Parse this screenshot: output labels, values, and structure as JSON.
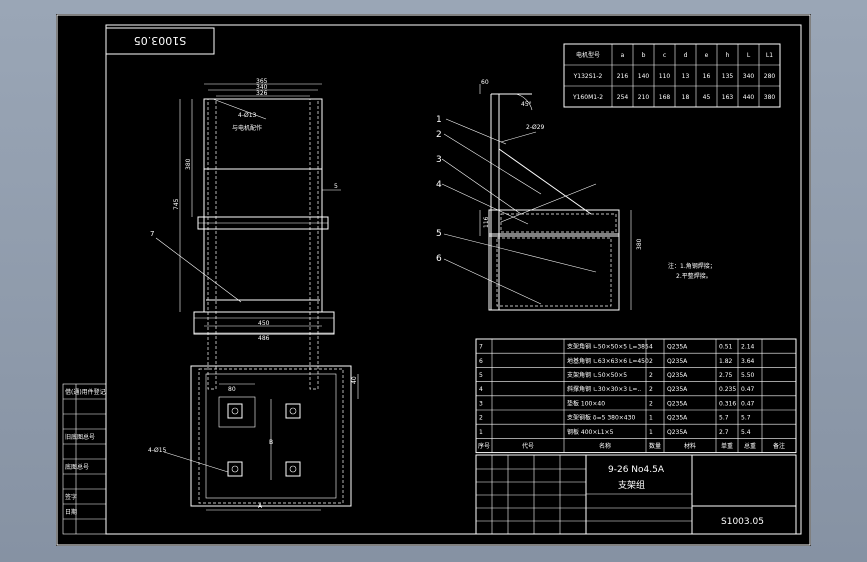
{
  "drawing_number": "S1003.05",
  "title_block": {
    "line1": "9-26 No4.5A",
    "line2": "支架组",
    "drawing_no": "S1003.05"
  },
  "motor_table": {
    "headers": [
      "电机型号",
      "a",
      "b",
      "c",
      "d",
      "e",
      "h",
      "L",
      "L1"
    ],
    "rows": [
      [
        "Y132S1-2",
        "216",
        "140",
        "110",
        "13",
        "16",
        "135",
        "340",
        "280"
      ],
      [
        "Y160M1-2",
        "254",
        "210",
        "168",
        "18",
        "45",
        "163",
        "440",
        "380"
      ]
    ]
  },
  "notes": {
    "line1": "注：1.角钢焊接；",
    "line2": "2.平整焊接。"
  },
  "front_view": {
    "dim_top1": "365",
    "dim_top2": "340",
    "dim_top3": "326",
    "dim_hole": "4-Ø13",
    "dim_hole_note": "与电机配作",
    "dim_h1": "380",
    "dim_h2": "745",
    "dim_side": "5",
    "dim_bottom1": "450",
    "dim_bottom2": "486",
    "label": "7"
  },
  "side_view": {
    "dim_top": "60",
    "dim_angle": "45°",
    "dim_hole": "2-Ø29",
    "dim_left": "116",
    "dim_right": "380"
  },
  "bottom_view": {
    "dim_top": "80",
    "dim_b": "B",
    "dim_a": "A",
    "dim_hole": "4-Ø15",
    "dim_right": "40"
  },
  "callouts": [
    "1",
    "2",
    "3",
    "4",
    "5",
    "6"
  ],
  "parts": {
    "rows": [
      {
        "no": "7",
        "name": "支架角钢 ∟50×50×5 L=385",
        "qty": "4",
        "material": "Q235A",
        "w1": "0.51",
        "w2": "2.14"
      },
      {
        "no": "6",
        "name": "地基角钢 ∟63×63×6 L=450",
        "qty": "2",
        "material": "Q235A",
        "w1": "1.82",
        "w2": "3.64"
      },
      {
        "no": "5",
        "name": "支架角钢 ∟50×50×5",
        "qty": "2",
        "material": "Q235A",
        "w1": "2.75",
        "w2": "5.50"
      },
      {
        "no": "4",
        "name": "斜撑角钢 ∟30×30×3 L=..",
        "qty": "2",
        "material": "Q235A",
        "w1": "0.235",
        "w2": "0.47"
      },
      {
        "no": "3",
        "name": "垫板 100×40",
        "qty": "2",
        "material": "Q235A",
        "w1": "0.316",
        "w2": "0.47"
      },
      {
        "no": "2",
        "name": "支架钢板 δ=5 380×430",
        "qty": "1",
        "material": "Q235A",
        "w1": "5.7",
        "w2": "5.7"
      },
      {
        "no": "1",
        "name": "钢板 400×L1×5",
        "qty": "1",
        "material": "Q235A",
        "w1": "2.7",
        "w2": "5.4"
      }
    ],
    "headers": [
      "序号",
      "代号",
      "名称",
      "数量",
      "材料",
      "单重",
      "总重",
      "备注"
    ]
  },
  "left_strip": [
    "借(通)用件登记",
    "",
    "",
    "旧底图总号",
    "",
    "底图总号",
    "签字",
    "日期"
  ]
}
